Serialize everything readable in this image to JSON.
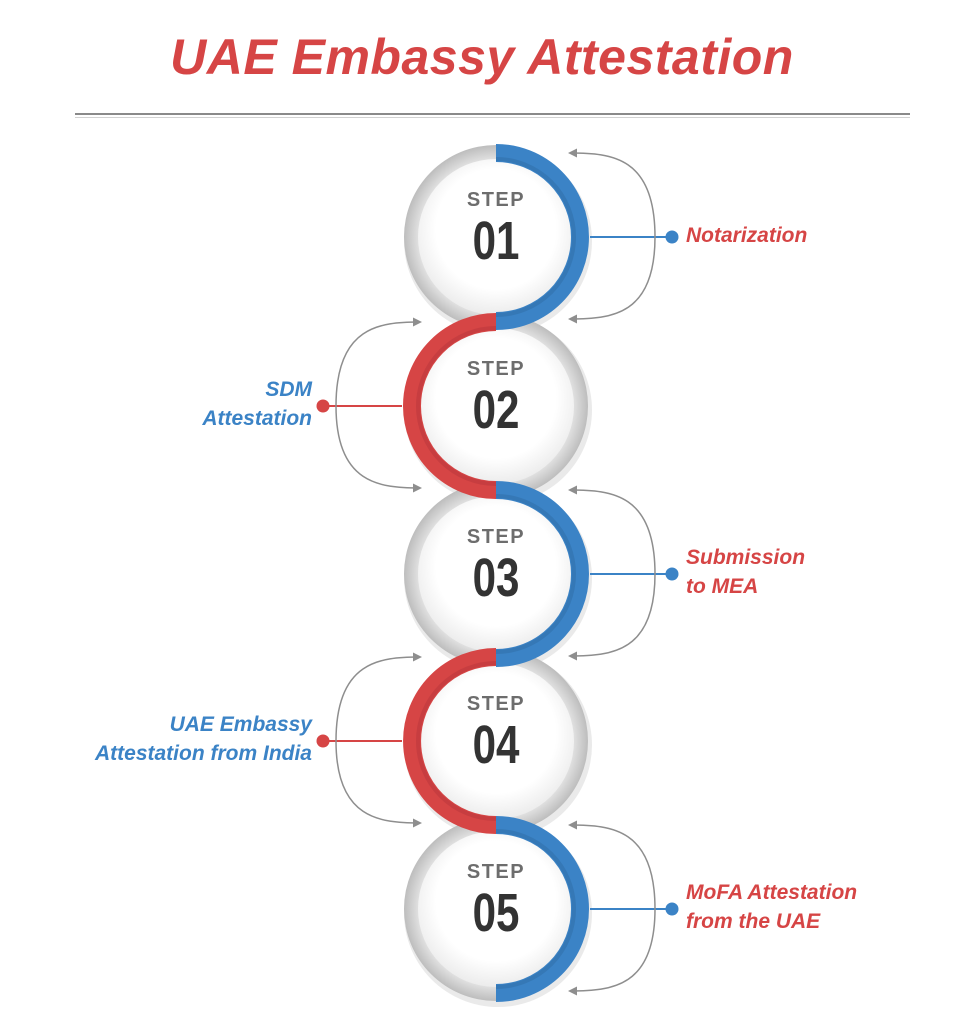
{
  "title": "UAE Embassy Attestation",
  "step_word": "STEP",
  "colors": {
    "red": "#d64545",
    "blue": "#3b83c6",
    "dark_blue": "#2f6da6",
    "dark_red": "#b8363c",
    "circle_fill": "#f7f7f7",
    "arrow_gray": "#8e8e8e"
  },
  "steps": [
    {
      "number": "01",
      "label_lines": [
        "Notarization"
      ]
    },
    {
      "number": "02",
      "label_lines": [
        "SDM",
        "Attestation"
      ]
    },
    {
      "number": "03",
      "label_lines": [
        "Submission",
        "to MEA"
      ]
    },
    {
      "number": "04",
      "label_lines": [
        "UAE Embassy",
        "Attestation from India"
      ]
    },
    {
      "number": "05",
      "label_lines": [
        "MoFA Attestation",
        "from the UAE"
      ]
    }
  ]
}
